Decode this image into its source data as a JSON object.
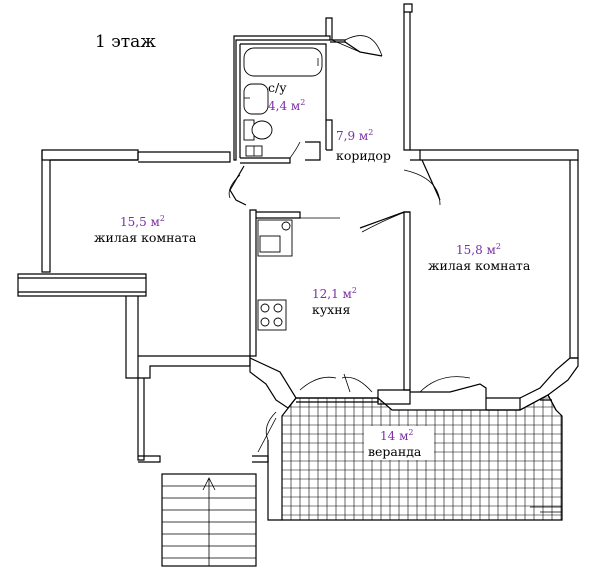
{
  "floor_title": "1 этаж",
  "rooms": {
    "bathroom": {
      "label": "с/у",
      "area": "4,4 м",
      "unit_sup": "2"
    },
    "corridor": {
      "label": "коридор",
      "area": "7,9 м",
      "unit_sup": "2"
    },
    "living_left": {
      "label": "жилая  комната",
      "area": "15,5 м",
      "unit_sup": "2"
    },
    "kitchen": {
      "label": "кухня",
      "area": "12,1 м",
      "unit_sup": "2"
    },
    "living_right": {
      "label": "жилая  комната",
      "area": "15,8 м",
      "unit_sup": "2"
    },
    "veranda": {
      "label": "веранда",
      "area": "14 м",
      "unit_sup": "2"
    }
  },
  "colors": {
    "area_text": "#7b2fa8",
    "lines": "#000000",
    "background": "#ffffff"
  }
}
